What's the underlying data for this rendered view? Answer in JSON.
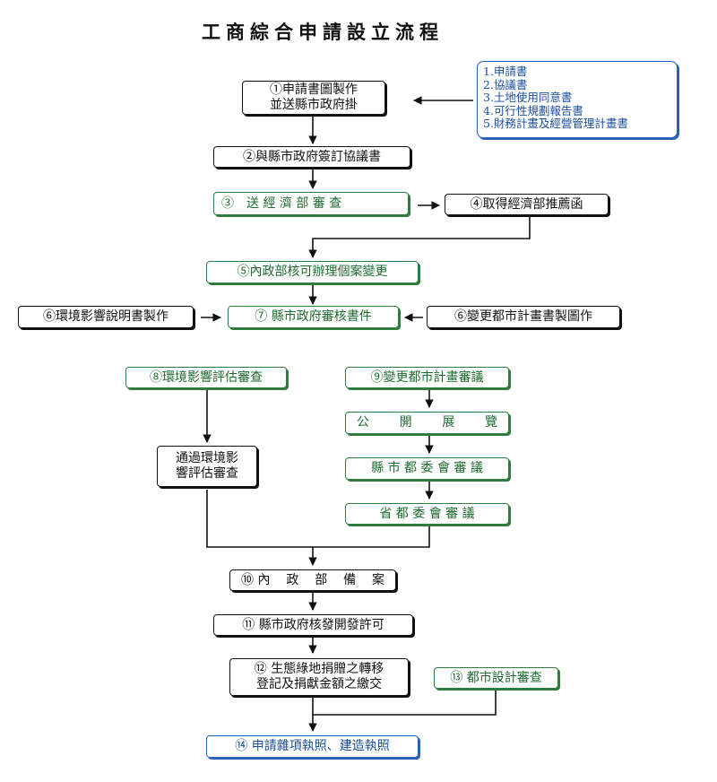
{
  "title": "工商綜合申請設立流程",
  "docs_list": "1.申請書\n2.協議書\n3.土地使用同意書\n4.可行性規劃報告書\n5.財務計畫及經營管理計畫書",
  "steps": {
    "s1": "①申請書圖製作\n並送縣市政府掛",
    "s2": "②與縣市政府簽訂協議書",
    "s3": "③　送 經 濟 部 審 查",
    "s4": "④取得經濟部推薦函",
    "s5": "⑤內政部核可辦理個案變更",
    "s6a": "⑥環境影響說明書製作",
    "s7": "⑦ 縣市政府審核書件",
    "s6b": "⑥變更都市計畫書製圖作",
    "s8": "⑧環境影響評估審查",
    "s9": "⑨變更都市計畫審議",
    "s9a": [
      "公",
      "開",
      "展",
      "覽"
    ],
    "s9b": "縣 市 都 委 會 審 議",
    "s9c": "省 都 委 會 審 議",
    "pass": "通過環境影\n響評估審查",
    "s10": [
      "⑩ 內",
      "政",
      "部",
      "備",
      "案"
    ],
    "s11": "⑪ 縣市政府核發開發許可",
    "s12": "⑫ 生態綠地捐贈之轉移\n登記及捐獻金額之繳交",
    "s13": "⑬ 都市設計審查",
    "s14": "⑭ 申請雜項執照、建造執照"
  },
  "colors": {
    "black": "#111111",
    "green": "#2e7d3e",
    "blue": "#2a62b8"
  }
}
